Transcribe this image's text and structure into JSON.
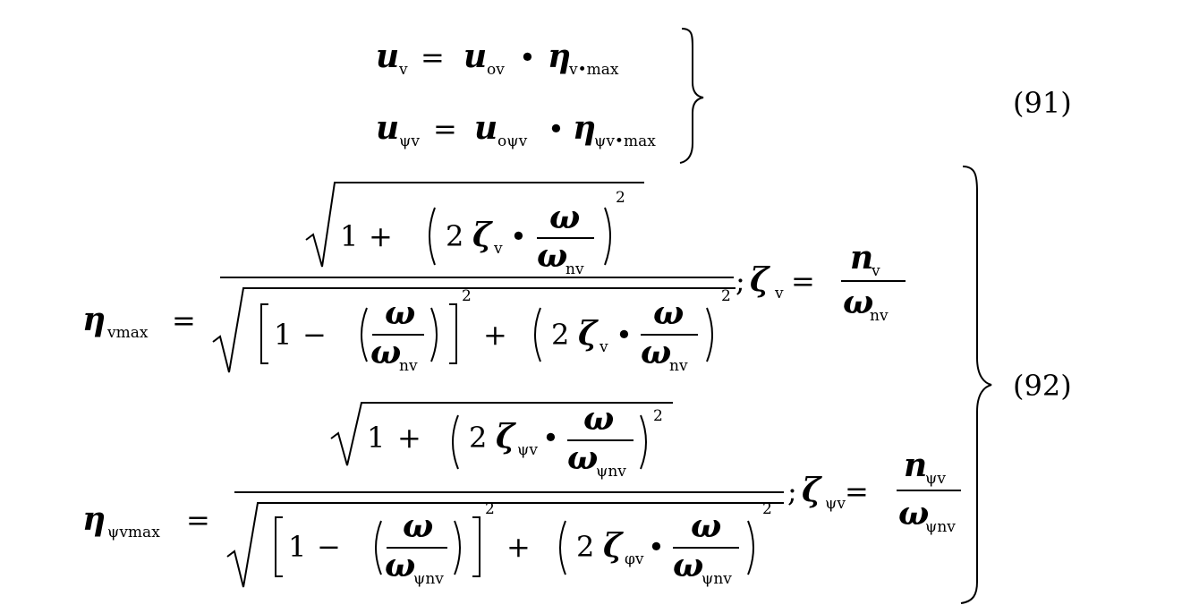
{
  "eq91": {
    "number": "(91)",
    "line1": {
      "u": "u",
      "u_sub": "v",
      "eq": "=",
      "uo": "u",
      "uo_sub": "ov",
      "dot": "•",
      "eta": "η",
      "eta_sub": "v•max"
    },
    "line2": {
      "u": "u",
      "u_sub": "ψv",
      "eq": "=",
      "uo": "u",
      "uo_sub": "oψv",
      "dot": "•",
      "eta": "η",
      "eta_sub": "ψv•max"
    }
  },
  "eq92": {
    "number": "(92)",
    "line1": {
      "lhs": "η",
      "lhs_sub": "vmax",
      "eq": "=",
      "one": "1",
      "plus": "+",
      "minus": "−",
      "two": "2",
      "zeta": "ζ",
      "zeta_sub": "v",
      "omega": "ω",
      "omega_n_sub": "nv",
      "sq": "2",
      "dot": "•",
      "semi": ";",
      "zeta_r": "ζ",
      "zeta_r_sub": "v",
      "eq2": "=",
      "n": "n",
      "n_sub": "v",
      "omega_d": "ω",
      "omega_d_sub": "nv"
    },
    "line2": {
      "lhs": "η",
      "lhs_sub": "ψvmax",
      "eq": "=",
      "one": "1",
      "plus": "+",
      "minus": "−",
      "two": "2",
      "zeta": "ζ",
      "zeta_sub": "ψv",
      "zeta_den_sub": "φv",
      "omega": "ω",
      "omega_n_sub": "ψnv",
      "sq": "2",
      "dot": "•",
      "semi": ";",
      "zeta_r": "ζ",
      "zeta_r_sub": "ψv",
      "eq2": "=",
      "n": "n",
      "n_sub": "ψv",
      "omega_d": "ω",
      "omega_d_sub": "ψnv"
    }
  }
}
